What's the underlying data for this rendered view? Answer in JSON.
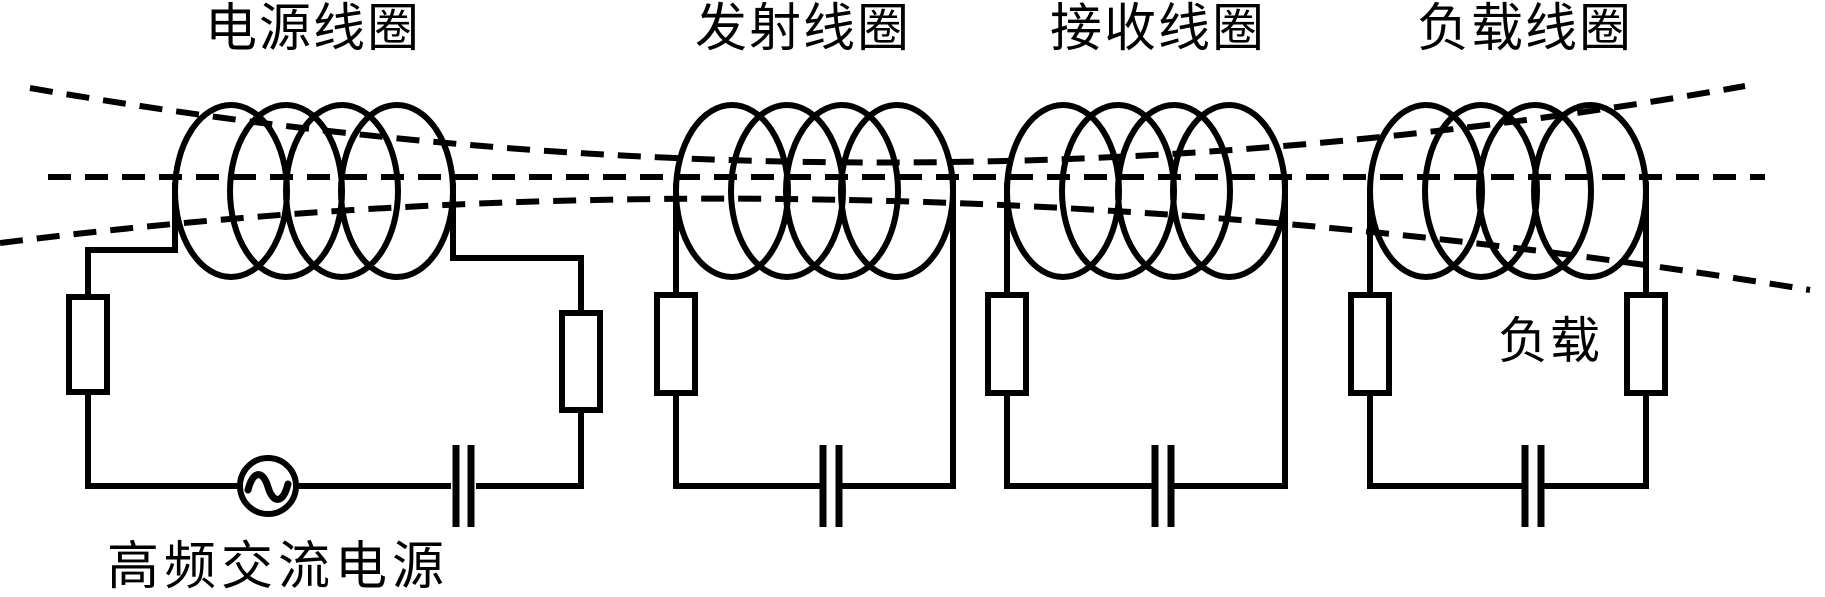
{
  "diagram": {
    "type": "wireless-power-transfer-circuit",
    "coil_labels": {
      "source": "电源线圈",
      "transmit": "发射线圈",
      "receive": "接收线圈",
      "load": "负载线圈"
    },
    "annotations": {
      "ac_source": "高频交流电源",
      "load": "负载"
    },
    "components": {
      "coil_turns_per_coil": 4,
      "flux_lines": 3
    },
    "colors": {
      "ink": "#000000",
      "background": "#ffffff"
    }
  }
}
